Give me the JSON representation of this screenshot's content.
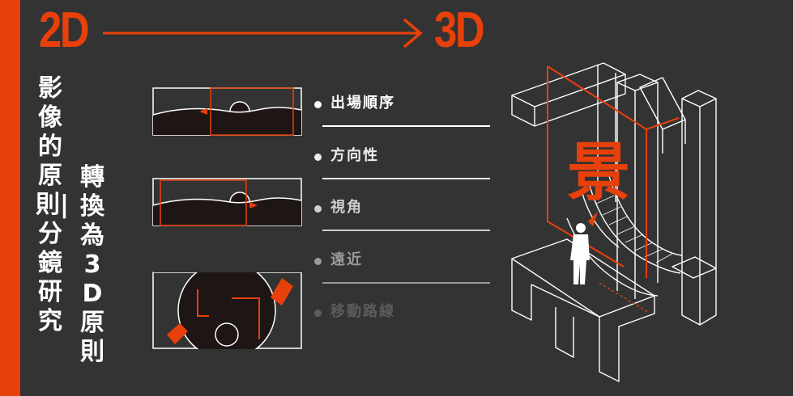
{
  "header": {
    "from_label": "2D",
    "to_label": "3D"
  },
  "titles": {
    "main": "影像的原則|分鏡研究",
    "sub": "轉換為3D原則"
  },
  "list": {
    "items": [
      {
        "label": "出場順序",
        "color": "#ffffff"
      },
      {
        "label": "方向性",
        "color": "#eeeeee"
      },
      {
        "label": "視角",
        "color": "#cfcfcf"
      },
      {
        "label": "遠近",
        "color": "#9a9a9a"
      },
      {
        "label": "移動路線",
        "color": "#5c5c5c"
      }
    ]
  },
  "illustration": {
    "character": "景"
  },
  "colors": {
    "accent": "#e8400a",
    "background": "#333333",
    "line": "#ffffff"
  }
}
